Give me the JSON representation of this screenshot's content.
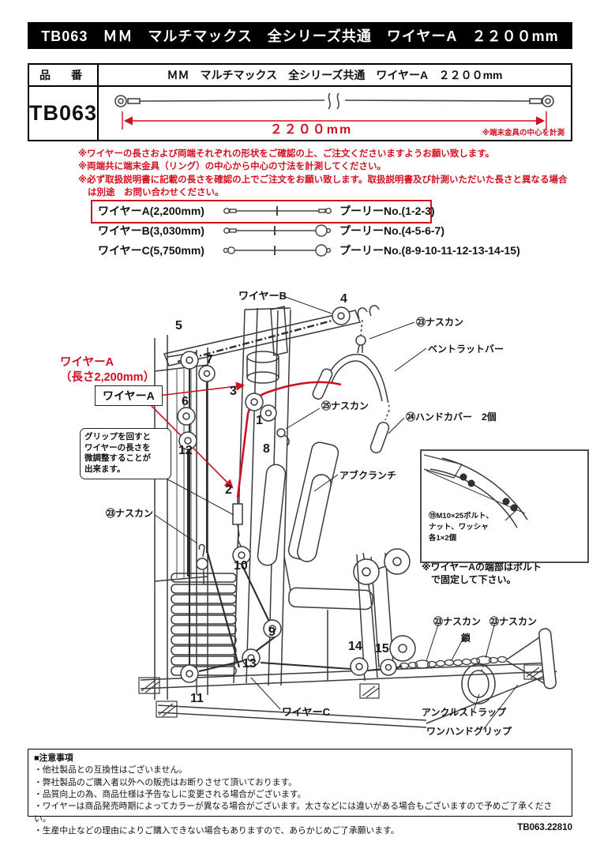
{
  "colors": {
    "accent_red": "#cf1021",
    "title_bg": "#000000",
    "diagram_line": "#3a3a3a"
  },
  "header": {
    "title": "TB063　ＭＭ　マルチマックス　全シリーズ共通　ワイヤーA　２２００mm"
  },
  "spec_table": {
    "part_label": "品　番",
    "product_title": "ＭＭ　マルチマックス　全シリーズ共通　ワイヤーA　２２００mm",
    "part_no": "TB063",
    "dimension": "２２００mm",
    "measure_note": "※端末金具の中心を計測"
  },
  "warnings": [
    "※ワイヤーの長さおよび両端それぞれの形状をご確認の上、ご注文くださいますようお願い致します。",
    "※両端共に端末金具（リング）の中心から中心の寸法を計測してください。",
    "※必ず取扱説明書に記載の長さを確認の上でご注文をお願い致します。取扱説明書及び計測いただいた長さと異なる場合は別途　お問い合わせください。"
  ],
  "wire_list": [
    {
      "name": "ワイヤーA(2,200mm)",
      "pulley": "プーリーNo.(1-2-3)"
    },
    {
      "name": "ワイヤーB(3,030mm)",
      "pulley": "プーリーNo.(4-5-6-7)"
    },
    {
      "name": "ワイヤーC(5,750mm)",
      "pulley": "プーリーNo.(8-9-10-11-12-13-14-15)"
    }
  ],
  "diagram": {
    "wire_b_label": "ワイヤーB",
    "wire_c_label": "ワイヤーC",
    "wire_a_note": "ワイヤーA\n（長さ2,200mm）",
    "wire_a_box_label": "ワイヤーA",
    "grip_note": "グリップを回すと\nワイヤーの長さを\n微調整することが\n出来ます。",
    "nasukan_top": "㉓ナスカン",
    "nasukan_center": "㉕ナスカン",
    "nasukan_left": "㉓ナスカン",
    "nasukan_chain_1": "㉓ナスカン",
    "nasukan_chain_2": "㉓ナスカン",
    "bent_lat_bar": "ベントラットバー",
    "hand_cover": "㉔ハンドカバー　2個",
    "ab_crunch": "アブクランチ",
    "bolt_note": "⑲M10×25ボルト、\nナット、ワッシャ\n各1×2個",
    "wire_a_end_note": "※ワイヤーAの端部はボルト\n　で固定して下さい。",
    "chain_label": "鎖",
    "ankle_strap": "アンクルストラップ",
    "one_hand_grip": "ワンハンドグリップ",
    "numbers": [
      "1",
      "2",
      "3",
      "4",
      "5",
      "6",
      "7",
      "8",
      "9",
      "10",
      "11",
      "12",
      "13",
      "14",
      "15"
    ]
  },
  "notes": {
    "title": "■注意事項",
    "items": [
      "・他社製品との互換性はございません。",
      "・弊社製品のご購入者以外への販売はお断りさせて頂いております。",
      "・品質向上の為、商品仕様は予告なしに変更される場合がございます。",
      "・ワイヤーは商品発売時期によってカラーが異なる場合がございます。太さなどには違いがある場合もございますので予めご了承ください。",
      "・生産中止などの理由によりご購入できない場合もありますので、あらかじめご了承願います。"
    ]
  },
  "footer": {
    "code": "TB063.22810"
  }
}
